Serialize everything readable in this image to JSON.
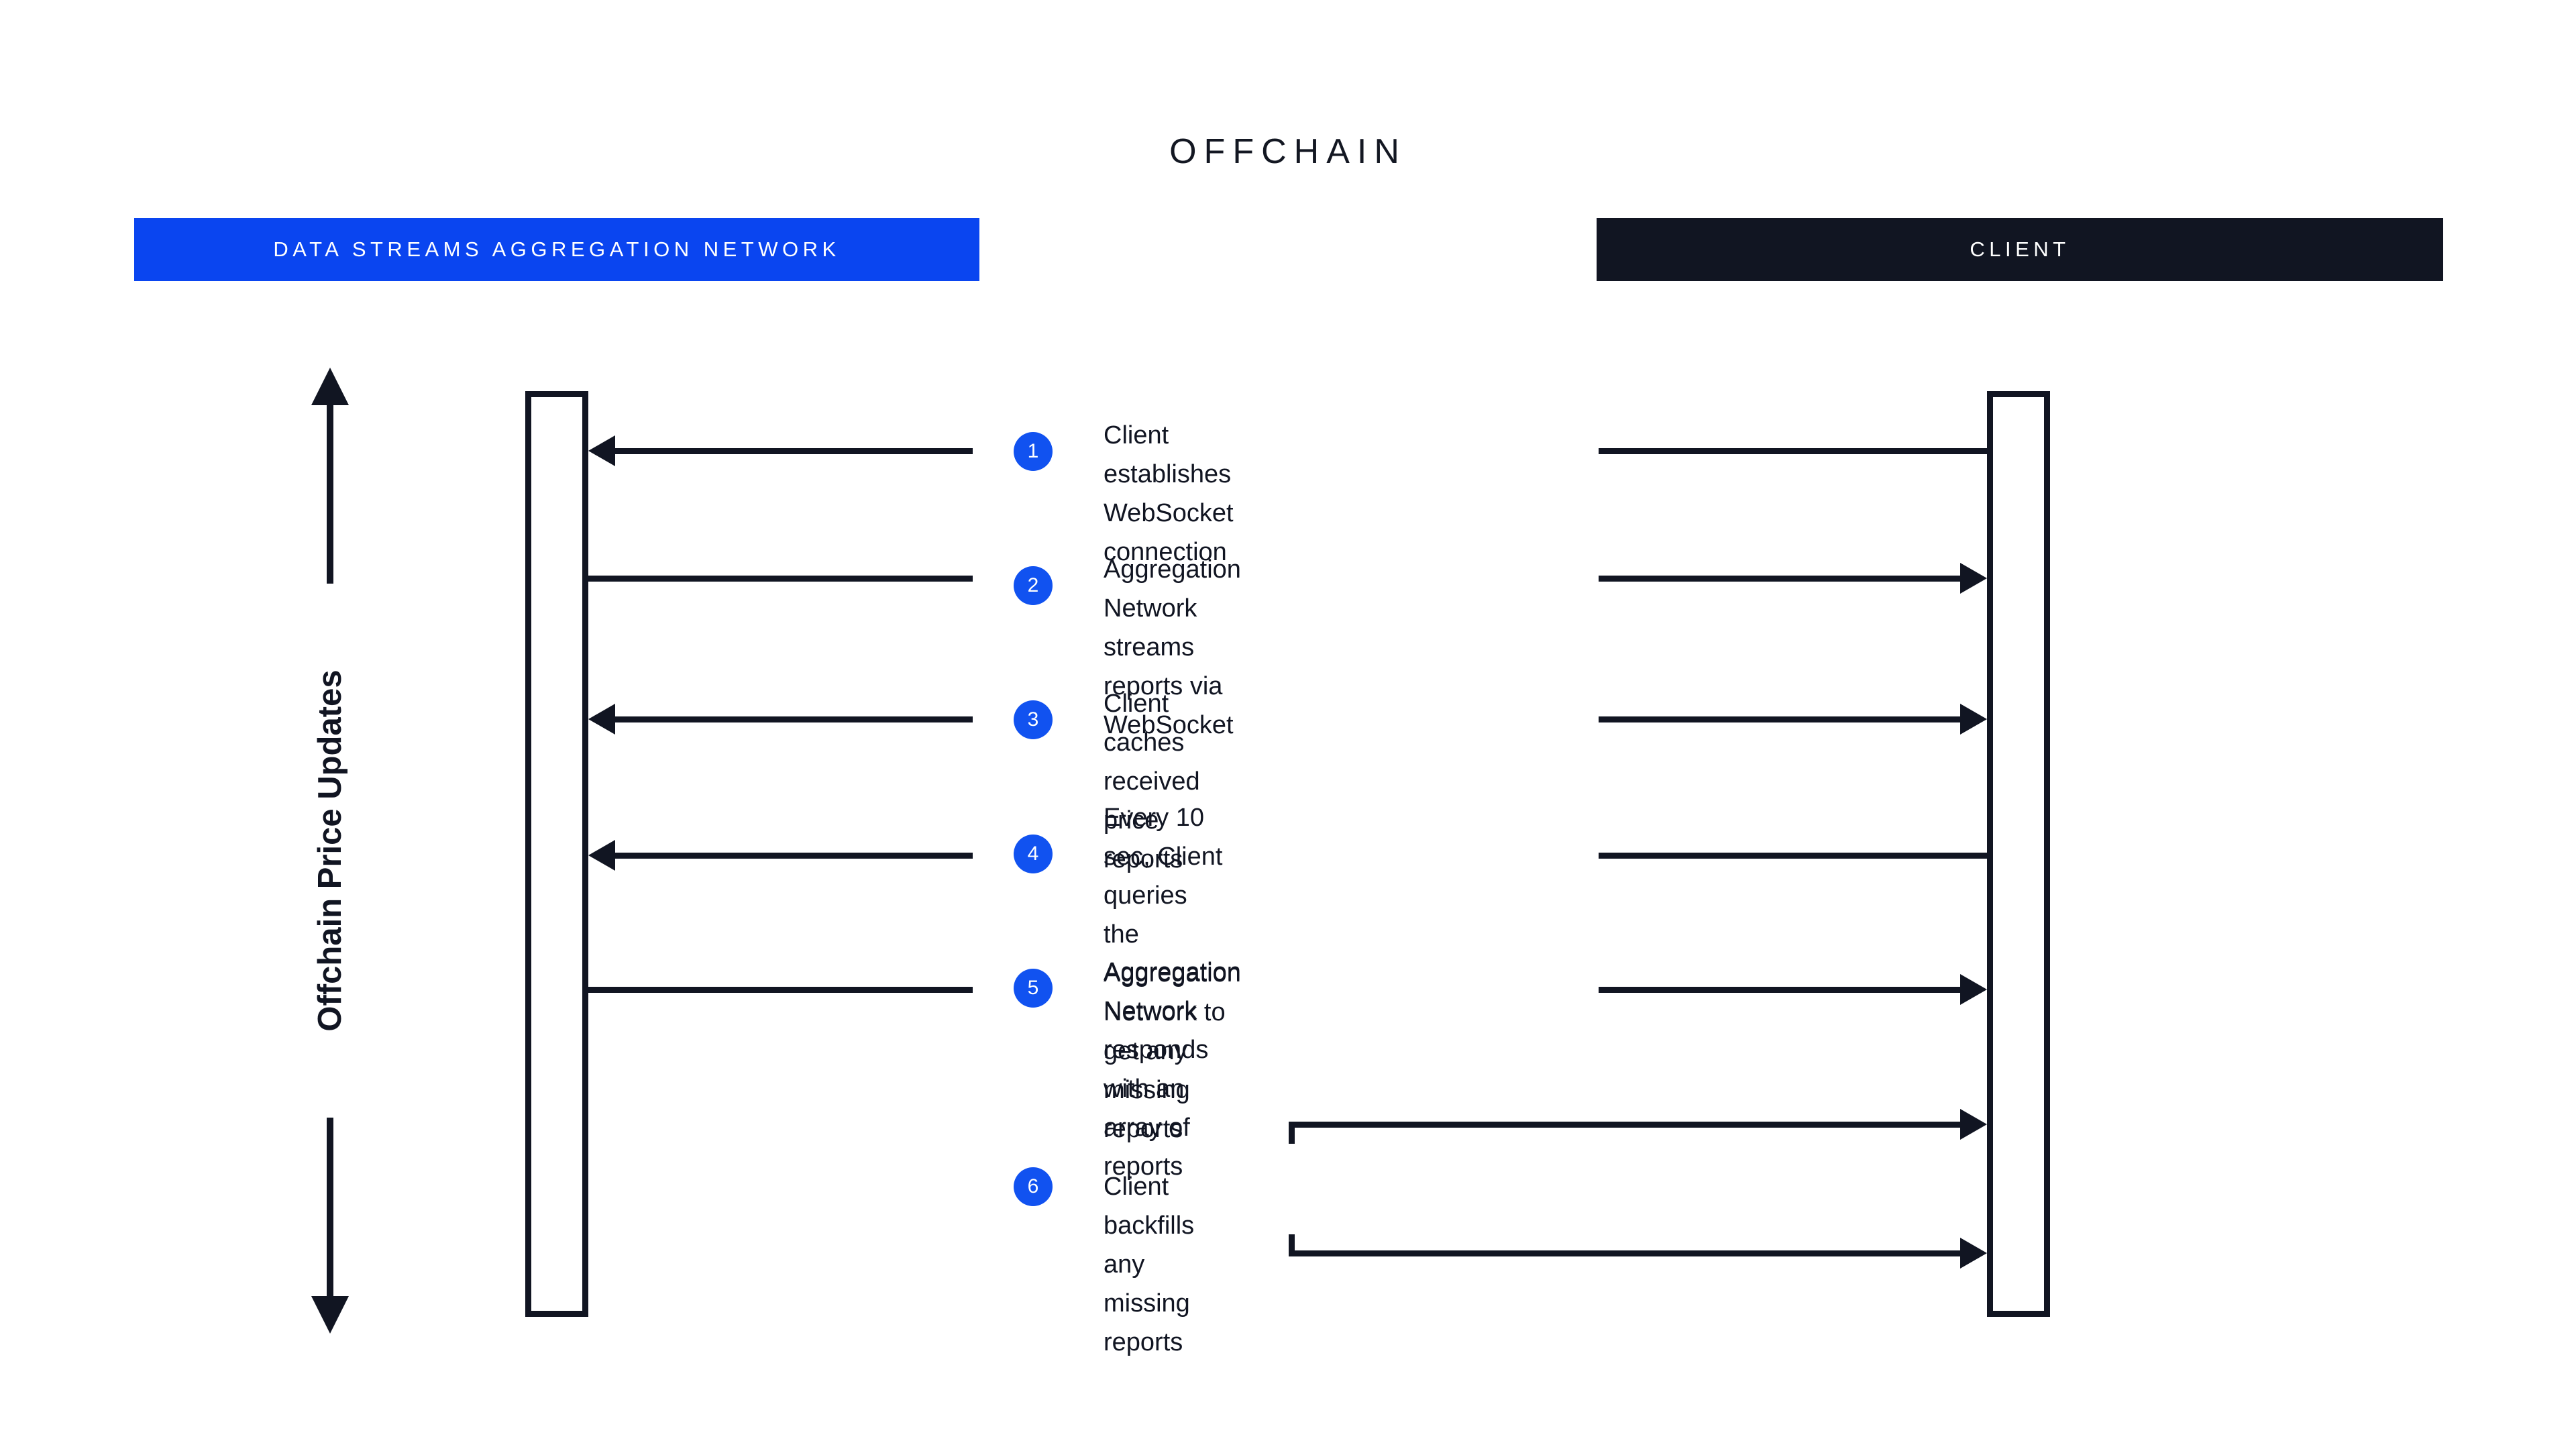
{
  "diagram": {
    "title": "OFFCHAIN",
    "lanes": [
      {
        "id": "aggregation-network",
        "label": "DATA STREAMS AGGREGATION NETWORK",
        "color": "#0A45F0"
      },
      {
        "id": "client",
        "label": "CLIENT",
        "color": "#111522"
      }
    ],
    "axis": {
      "label": "Offchain Price Updates",
      "direction": "bidirectional"
    },
    "steps": [
      {
        "number": "1",
        "text": "Client establishes\nWebSocket connection"
      },
      {
        "number": "2",
        "text": "Aggregation Network streams\nreports via WebSocket"
      },
      {
        "number": "3",
        "text": "Client caches received\nprice reports"
      },
      {
        "number": "4",
        "text": "Every 10 sec, Client queries\nthe Aggregation Network to\nget any missing reports"
      },
      {
        "number": "5",
        "text": "Aggregation Network responds\nwith an array of reports"
      },
      {
        "number": "6",
        "text": "Client backfills any missing reports"
      }
    ],
    "colors": {
      "accent_blue": "#0A45F0",
      "badge_blue": "#1152F0",
      "ink": "#111522",
      "background": "#FFFFFF"
    }
  }
}
